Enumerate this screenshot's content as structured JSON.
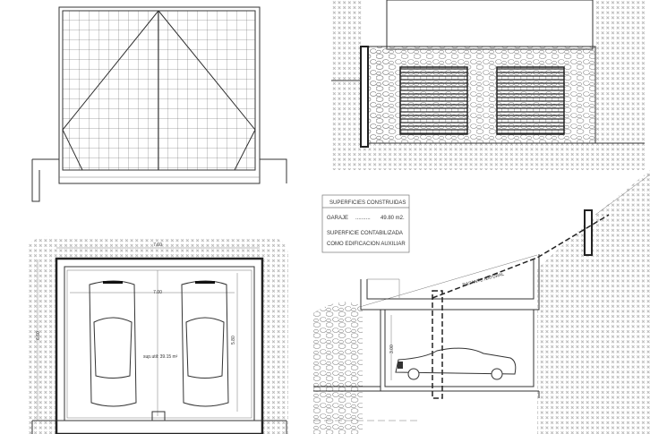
{
  "title_block": {
    "heading": "SUPERFICIES CONSTRUIDAS",
    "item_label": "GARAJE",
    "item_dots": "..........",
    "item_value": "49.80 m2.",
    "note_line1": "SUPERFICIE CONTABILIZADA",
    "note_line2": "COMO EDIFICACION AUXILIAR"
  },
  "plan": {
    "overall_width": "7.60",
    "inner_width": "7.00",
    "inner_depth": "5.80",
    "overall_depth": "6.60",
    "useful_area": "sup.util: 39.15 m²"
  },
  "section": {
    "terrain_label": "RASANTE NATURAL",
    "height": "3.00"
  }
}
